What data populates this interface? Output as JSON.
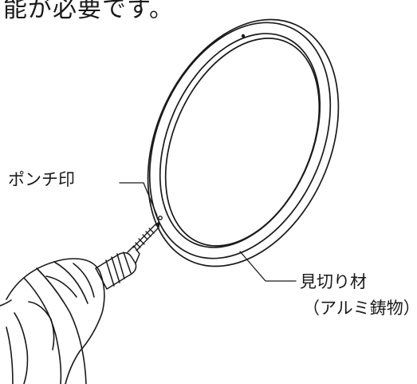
{
  "header": {
    "text": "能が必要です。"
  },
  "labels": {
    "punch_mark": "ポンチ印",
    "trim_name": "見切り材",
    "trim_material": "（アルミ鋳物）"
  }
}
